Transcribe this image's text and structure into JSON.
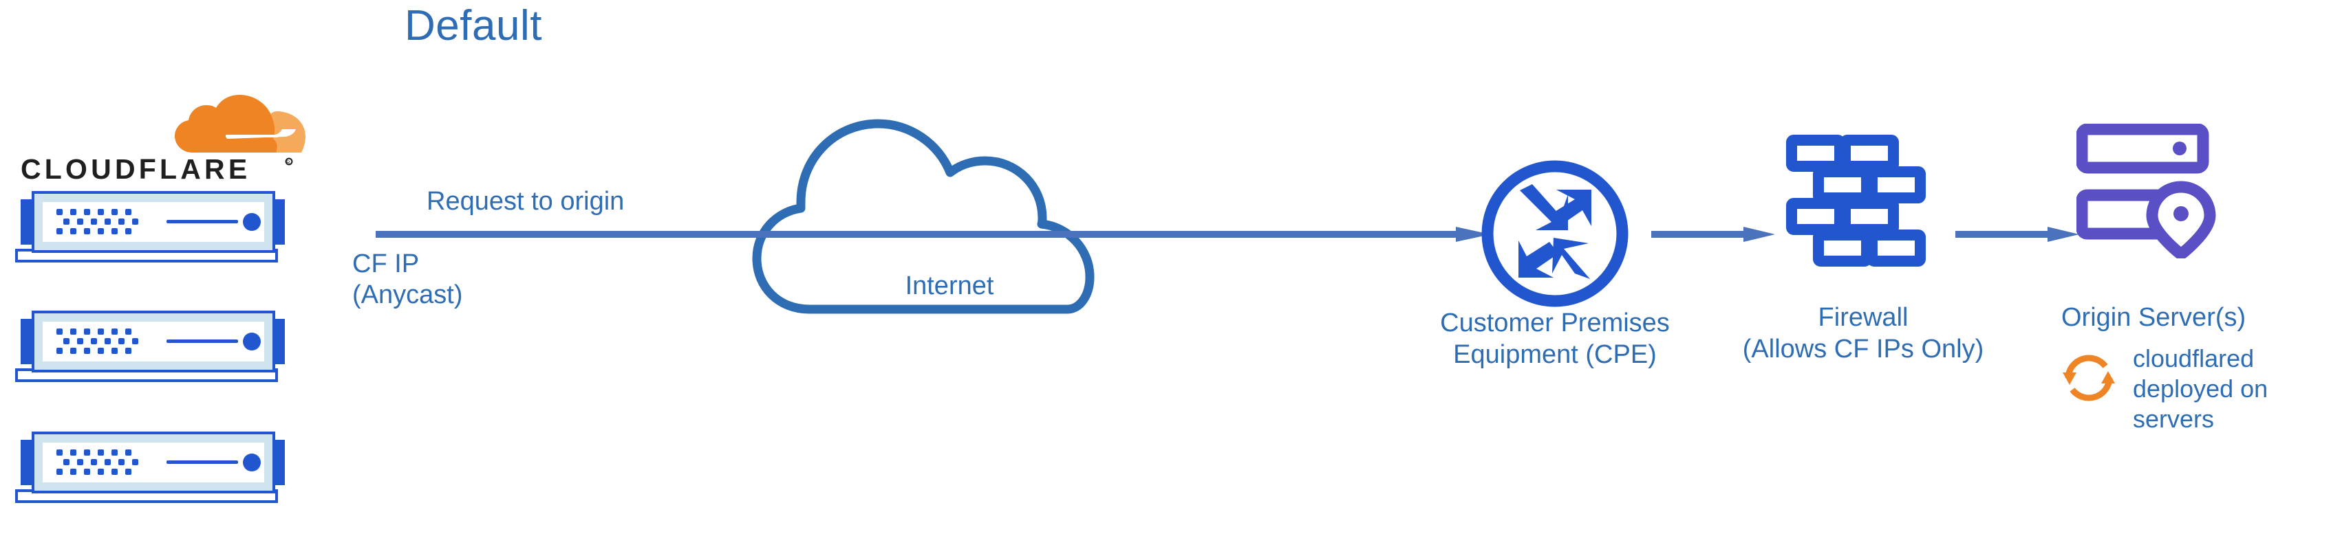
{
  "title": "Default",
  "colors": {
    "label_blue": "#2e6db4",
    "node_blue": "#2156cf",
    "line_blue": "#4a72bd",
    "cloud_outline_blue": "#2e6db4",
    "origin_purple": "#5a4fc4",
    "cloudflare_orange": "#f0820d",
    "cloudflare_orange_light": "#f5a95b",
    "wordmark_black": "#1f1f1f",
    "server_fill_light": "#cfe4ef",
    "background": "#ffffff"
  },
  "brand": {
    "logo_mark_name": "cloudflare-cloud-mark",
    "wordmark": "CLOUDFLARE",
    "registered_symbol": "®"
  },
  "servers": {
    "icon_name": "network-switch-icon",
    "count": 3,
    "units": [
      {
        "id": "server-unit-1"
      },
      {
        "id": "server-unit-2"
      },
      {
        "id": "server-unit-3"
      }
    ]
  },
  "flow": {
    "main_arrow_label": "Request to origin",
    "main_arrow_sublabel_line1": "CF IP",
    "main_arrow_sublabel_line2": "(Anycast)",
    "arrow_icon_name": "right-arrow-icon"
  },
  "nodes": [
    {
      "key": "internet",
      "icon_name": "cloud-outline-icon",
      "label": "Internet"
    },
    {
      "key": "cpe",
      "icon_name": "router-four-arrows-icon",
      "label_line1": "Customer Premises",
      "label_line2": "Equipment (CPE)"
    },
    {
      "key": "firewall",
      "icon_name": "brick-wall-icon",
      "label_line1": "Firewall",
      "label_line2": "(Allows CF IPs Only)"
    },
    {
      "key": "origin",
      "icon_name": "server-rack-location-pin-icon",
      "label": "Origin Server(s)"
    }
  ],
  "annotation": {
    "icon_name": "sync-arrows-icon",
    "line1": "cloudflared",
    "line2": "deployed on",
    "line3": "servers"
  }
}
